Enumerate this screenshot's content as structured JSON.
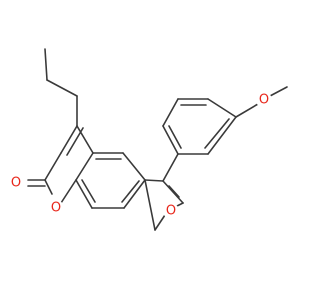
{
  "diagram": {
    "type": "chemical-structure",
    "colors": {
      "bond": "#3a3a3a",
      "oxygen": "#e8261a",
      "background": "#ffffff"
    },
    "atoms": [
      {
        "id": "o_methoxy",
        "element": "O",
        "label": "O"
      },
      {
        "id": "o_furan",
        "element": "O",
        "label": "O"
      },
      {
        "id": "o_pyran",
        "element": "O",
        "label": "O"
      },
      {
        "id": "o_carbonyl",
        "element": "O",
        "label": "O"
      }
    ]
  }
}
